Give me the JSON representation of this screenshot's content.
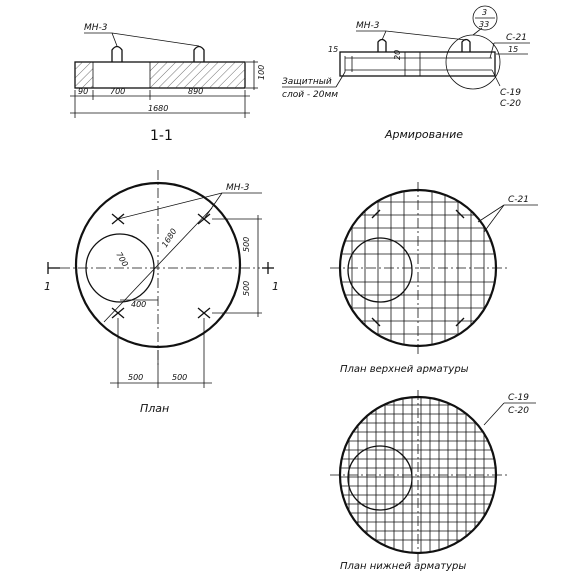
{
  "labels": {
    "mn3": "МН-3",
    "c21": "С-21",
    "c19": "С-19",
    "c20": "С-20",
    "callout_top": "3",
    "callout_bottom": "33",
    "protect_1": "Защитный",
    "protect_2": "слой - 20мм"
  },
  "dims": {
    "d90": "90",
    "d700": "700",
    "d890": "890",
    "d1680": "1680",
    "d100": "100",
    "d15": "15",
    "d20": "20",
    "d400": "400",
    "d500": "500"
  },
  "section": {
    "mark": "1-1",
    "cut_mark": "1"
  },
  "titles": {
    "reinforcement": "Армирование",
    "plan": "План",
    "top_reinf": "План верхней арматуры",
    "bottom_reinf": "План нижней арматуры"
  }
}
